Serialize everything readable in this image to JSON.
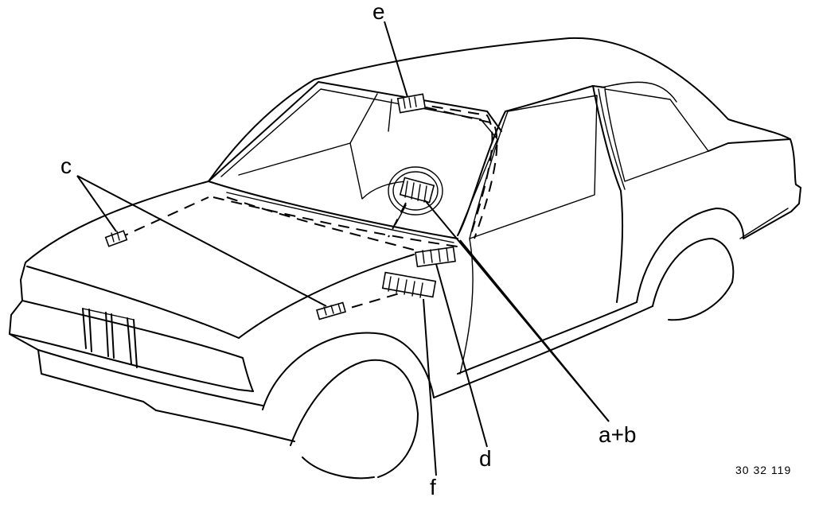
{
  "diagram": {
    "labels": {
      "e": "e",
      "c": "c",
      "ab": "a+b",
      "d": "d",
      "f": "f"
    },
    "reference_number": "30 32 119"
  }
}
